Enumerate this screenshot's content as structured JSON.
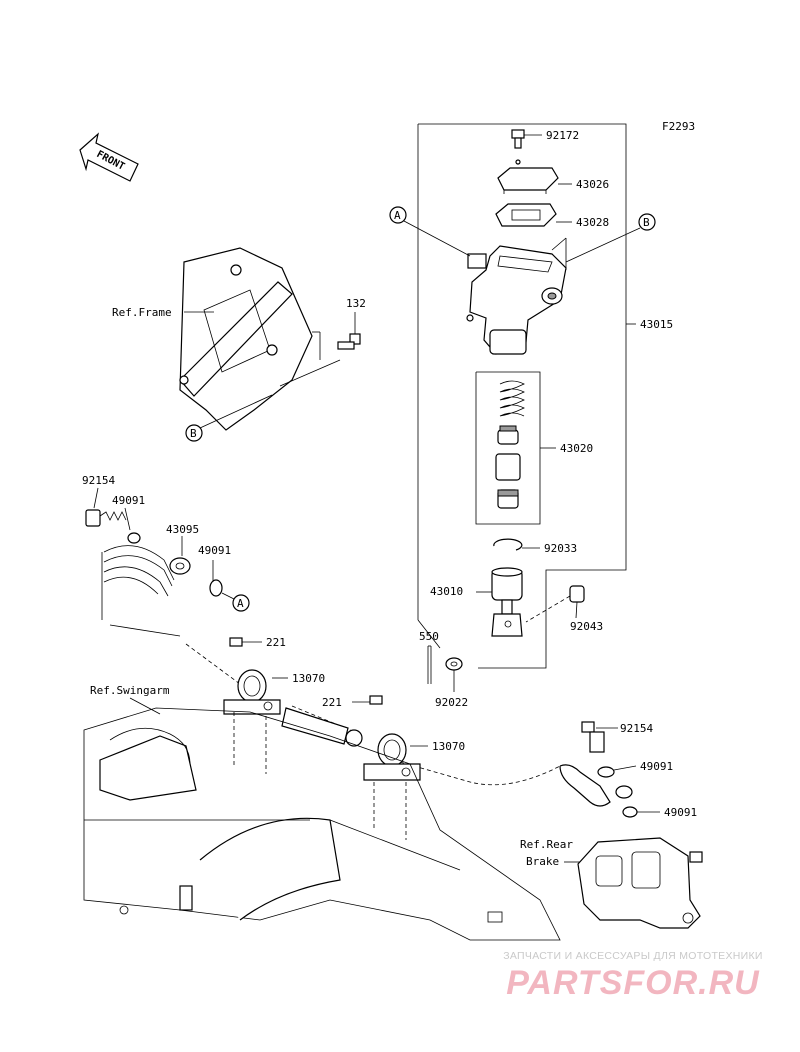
{
  "figure_code": "F2293",
  "front_marker": "FRONT",
  "refs": {
    "frame": "Ref.Frame",
    "swingarm": "Ref.Swingarm",
    "rear_brake_line1": "Ref.Rear",
    "rear_brake_line2": "Brake"
  },
  "callouts": {
    "a_upper": "A",
    "a_lower": "A",
    "b_upper": "B",
    "b_lower": "B"
  },
  "part_numbers": {
    "p92172": "92172",
    "p43026": "43026",
    "p43028": "43028",
    "p43015": "43015",
    "p132": "132",
    "p43020": "43020",
    "p92033": "92033",
    "p43010": "43010",
    "p92043": "92043",
    "p550": "550",
    "p92022": "92022",
    "p92154_top": "92154",
    "p49091_top1": "49091",
    "p43095": "43095",
    "p49091_top2": "49091",
    "p221_top": "221",
    "p13070_top": "13070",
    "p221_mid": "221",
    "p13070_mid": "13070",
    "p92154_bottom": "92154",
    "p49091_bottom1": "49091",
    "p49091_bottom2": "49091"
  },
  "watermark": {
    "tagline": "ЗАПЧАСТИ И АКСЕССУАРЫ ДЛЯ МОТОТЕХНИКИ",
    "logo": "PARTSFOR.RU"
  }
}
